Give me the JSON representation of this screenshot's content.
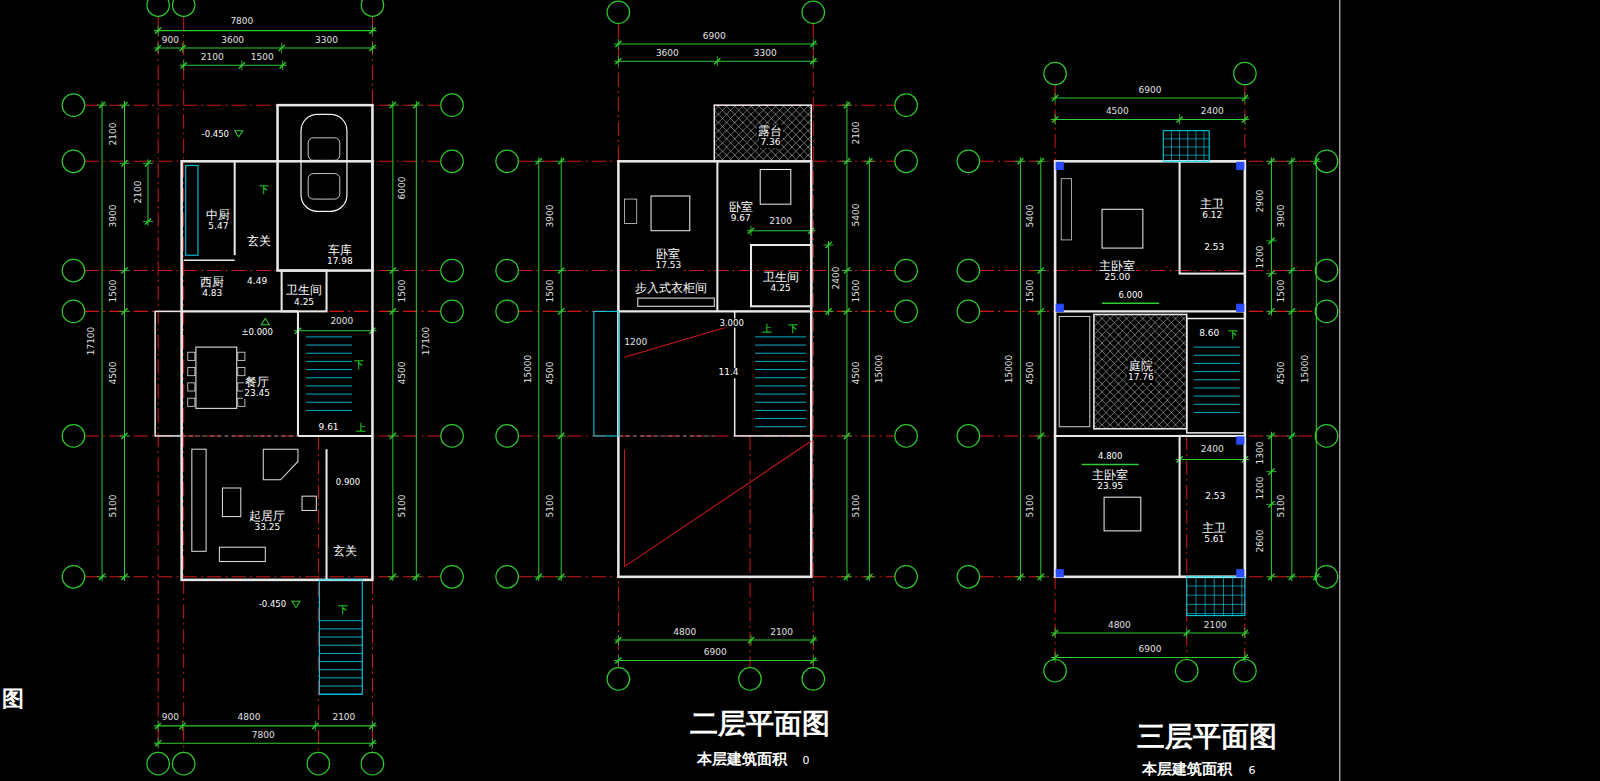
{
  "diagram": {
    "nodes": [
      {
        "text": [
          "中厨",
          "5.47"
        ]
      },
      {
        "text": [
          "玄关"
        ]
      },
      {
        "text": [
          "车库",
          "17.98"
        ]
      },
      {
        "text": [
          "西厨",
          "4.83"
        ]
      },
      {
        "text": [
          "卫生间",
          "4.25"
        ]
      },
      {
        "text": [
          "餐厅",
          "23.45"
        ]
      },
      {
        "text": [
          "起居厅",
          "33.25"
        ]
      },
      {
        "text": [
          "玄关"
        ]
      },
      {
        "text": [
          "露台",
          "7.36"
        ]
      },
      {
        "text": [
          "卧室",
          "17.53"
        ]
      },
      {
        "text": [
          "卧室",
          "9.67"
        ]
      },
      {
        "text": [
          "卫生间",
          "4.25"
        ]
      },
      {
        "text": [
          "步入式衣柜间"
        ]
      },
      {
        "text": [
          "主卧室",
          "25.00"
        ]
      },
      {
        "text": [
          "主卫",
          "6.12"
        ]
      },
      {
        "text": [
          "庭院",
          "17.76"
        ]
      },
      {
        "text": [
          "主卧室",
          "23.95"
        ]
      },
      {
        "text": [
          "主卫",
          "5.61"
        ]
      }
    ],
    "labels": [
      "7800",
      "900",
      "3600",
      "3300",
      "2100",
      "1500",
      "2100",
      "3900",
      "2100",
      "1500",
      "4500",
      "5100",
      "17100",
      "6000",
      "1500",
      "4500",
      "5100",
      "17100",
      "-0.450",
      "下",
      "4.49",
      "±0.000",
      "2000",
      "下",
      "9.61",
      "上",
      "0.900",
      "-0.450",
      "下",
      "900",
      "4800",
      "2100",
      "7800",
      "图",
      "6900",
      "3600",
      "3300",
      "3900",
      "1500",
      "4500",
      "5100",
      "15000",
      "2100",
      "5400",
      "2400",
      "1500",
      "4500",
      "5100",
      "15000",
      "2100",
      "3.000",
      "上",
      "下",
      "1200",
      "11.4",
      "4800",
      "2100",
      "6900",
      "二层平面图",
      "本层建筑面积",
      "0",
      "6900",
      "4500",
      "2400",
      "5400",
      "1500",
      "4500",
      "5100",
      "15000",
      "2900",
      "1200",
      "3900",
      "1500",
      "4500",
      "5100",
      "15000",
      "1300",
      "1200",
      "2600",
      "2.53",
      "6.000",
      "8.60",
      "下",
      "4.800",
      "2400",
      "2.53",
      "4800",
      "2100",
      "6900",
      "三层平面图",
      "本层建筑面积",
      "6"
    ]
  }
}
